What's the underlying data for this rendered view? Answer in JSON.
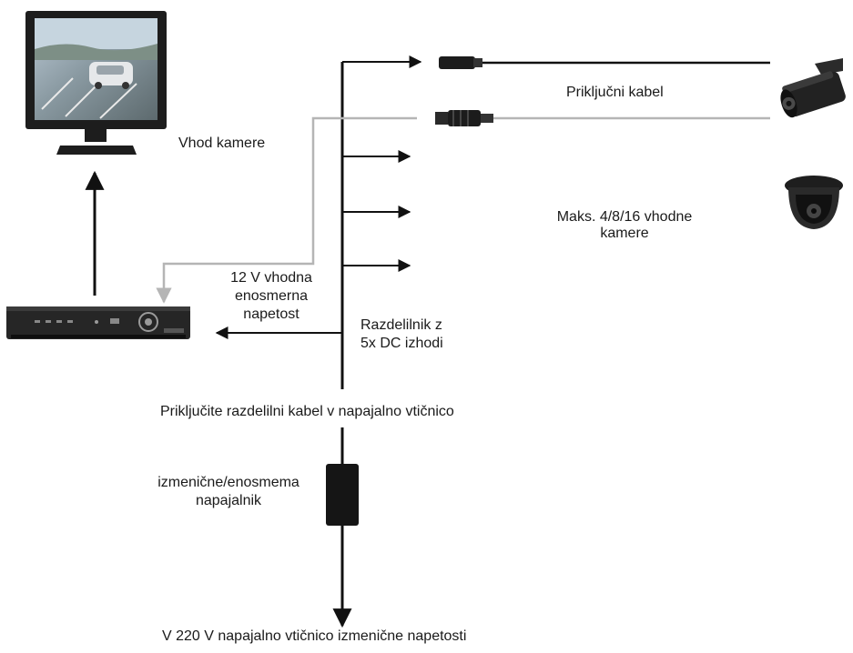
{
  "labels": {
    "camera_input": "Vhod kamere",
    "connection_cable": "Priključni kabel",
    "max_cameras_line1": "Maks. 4/8/16 vhodne",
    "max_cameras_line2": "kamere",
    "dc_input_line1": "12 V vhodna",
    "dc_input_line2": "enosmerna",
    "dc_input_line3": "napetost",
    "splitter_line1": "Razdelilnik z",
    "splitter_line2": "5x DC izhodi",
    "plug_instruction": "Priključite razdelilni kabel v napajalno vtičnico",
    "adapter_line1": "izmenične/enosmema",
    "adapter_line2": "napajalnik",
    "mains": "V 220 V napajalno vtičnico izmenične napetosti"
  },
  "icons": {
    "monitor": "monitor-icon",
    "dvr": "dvr-recorder-icon",
    "bullet_camera": "bullet-camera-icon",
    "dome_camera": "dome-camera-icon",
    "power_adapter": "power-adapter-icon",
    "dc_plug": "dc-plug-icon",
    "bnc_plug": "bnc-plug-icon"
  },
  "colors": {
    "power_line": "#111111",
    "video_line": "#b5b5b5",
    "adapter": "#151515"
  }
}
